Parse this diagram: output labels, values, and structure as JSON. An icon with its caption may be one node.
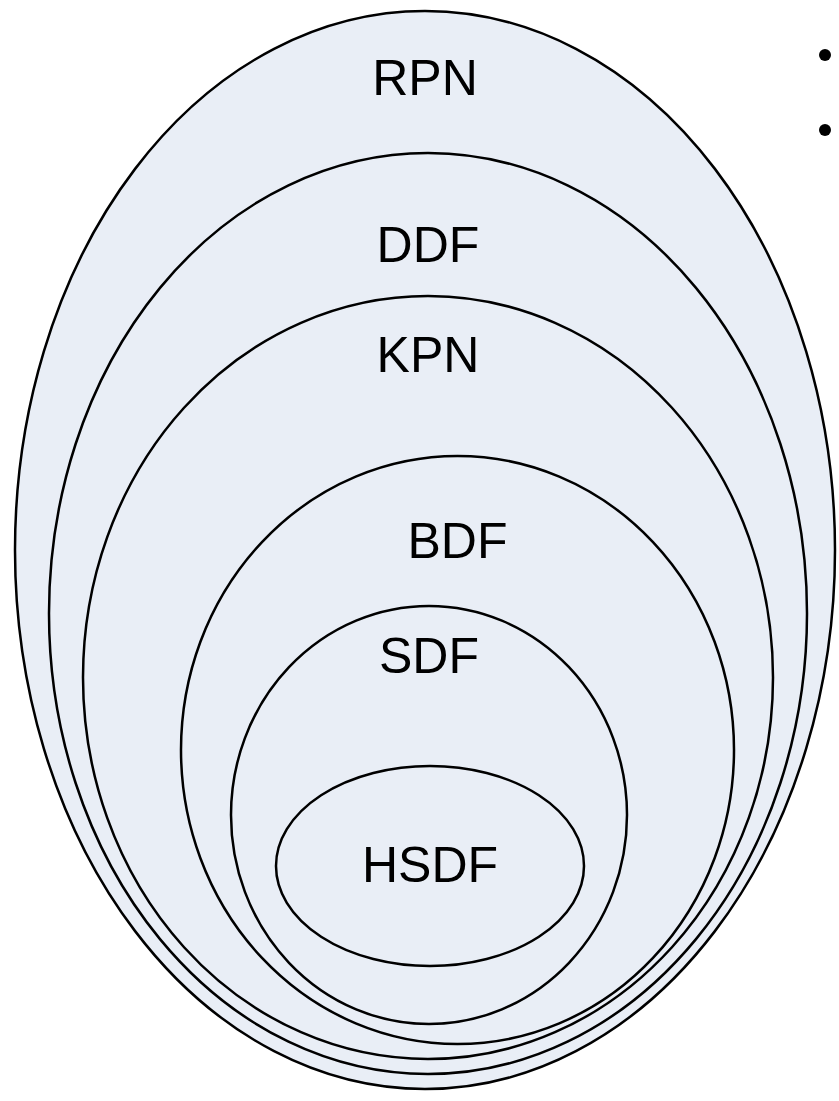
{
  "diagram": {
    "nodes": [
      {
        "text": [
          "RPN"
        ]
      },
      {
        "text": [
          "DDF"
        ],
        "in": 0
      },
      {
        "text": [
          "KPN"
        ],
        "in": 1
      },
      {
        "text": [
          "BDF"
        ],
        "in": 2
      },
      {
        "text": [
          "SDF"
        ],
        "in": 3
      },
      {
        "text": [
          "HSDF"
        ],
        "in": 4
      }
    ]
  }
}
